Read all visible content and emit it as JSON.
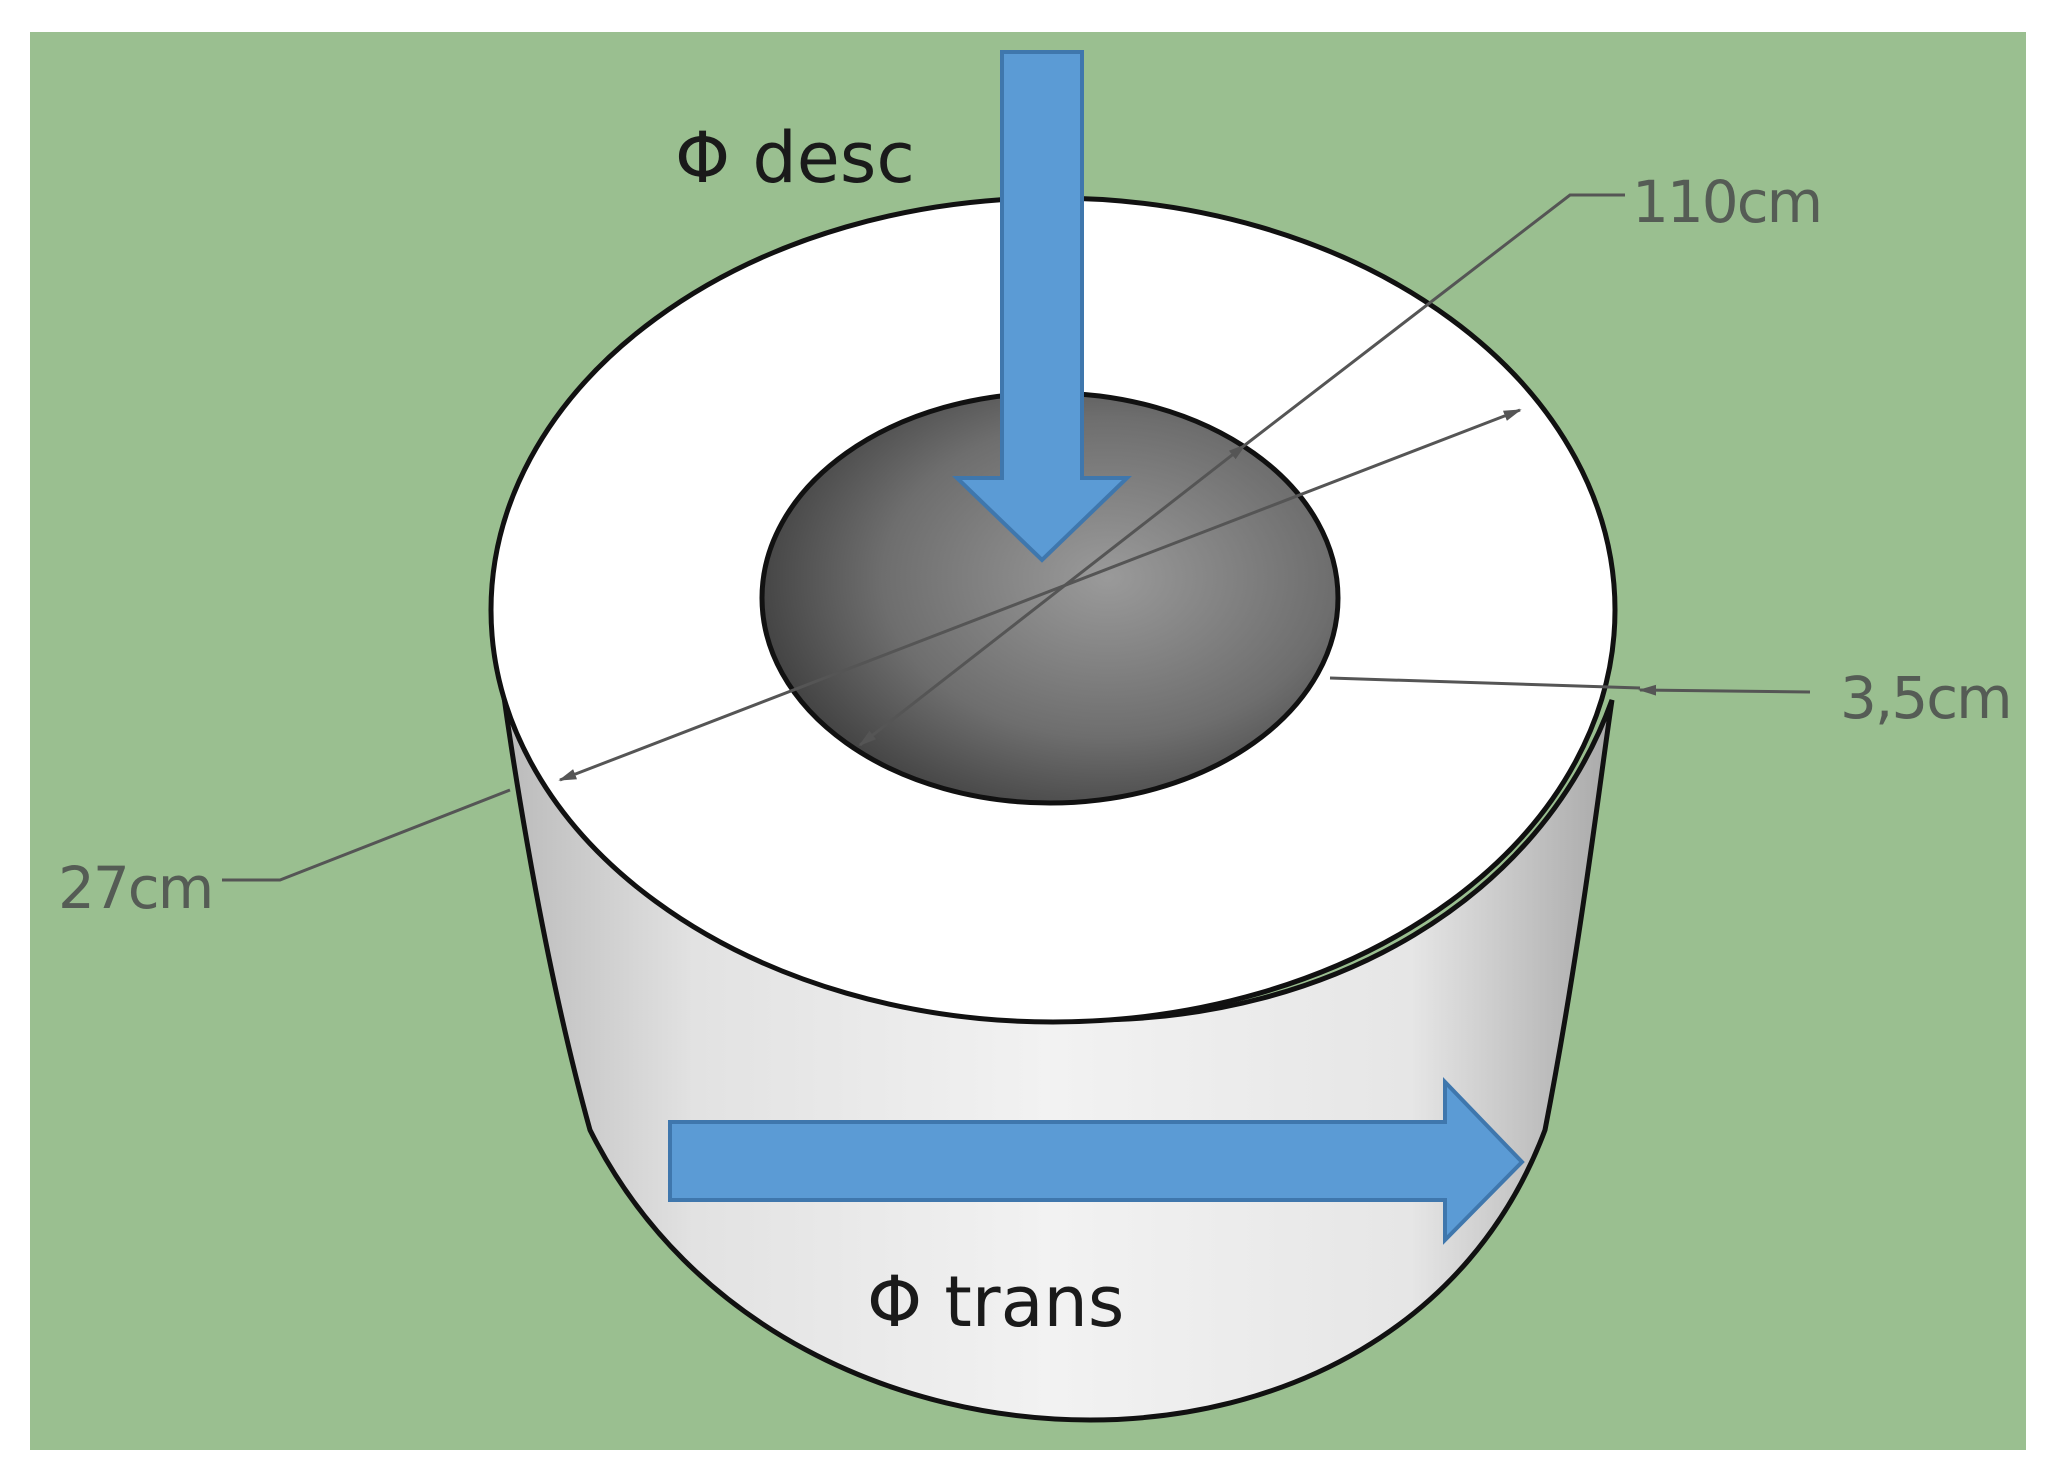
{
  "diagram": {
    "labels": {
      "flux_desc": "Φ desc",
      "flux_trans": "Φ trans",
      "dim_outer": "110cm",
      "dim_thickness": "3,5cm",
      "dim_inner": "27cm"
    },
    "colors": {
      "background": "#9abf90",
      "arrow": "#5b9bd5",
      "arrow_outline": "#3f77ad",
      "top_face": "#ffffff",
      "hole_center": "#8a8a8a",
      "hole_edge": "#3a3a3a",
      "dimension_line": "#555555"
    }
  }
}
